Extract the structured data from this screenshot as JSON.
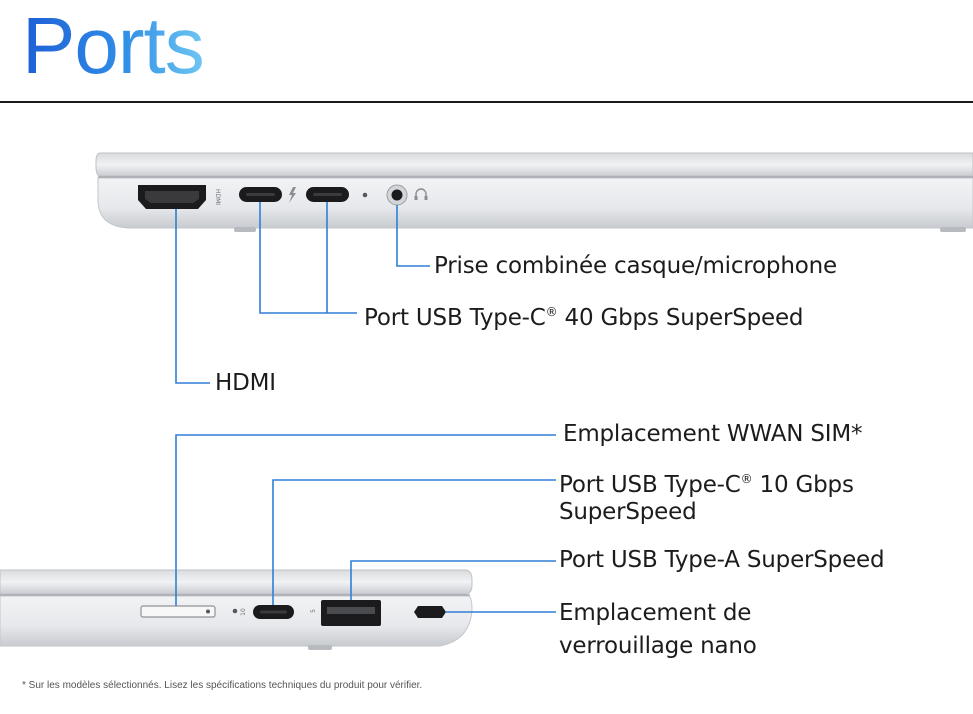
{
  "title": "Ports",
  "labels": {
    "audio_jack": "Prise combinée casque/microphone",
    "usb_c_40_prefix": "Port USB Type-C",
    "usb_c_40_suffix": " 40 Gbps SuperSpeed",
    "hdmi": "HDMI",
    "wwan_sim": "Emplacement WWAN SIM*",
    "usb_c_10_prefix": "Port USB Type-C",
    "usb_c_10_suffix": " 10 Gbps",
    "usb_c_10_line2": "SuperSpeed",
    "usb_a": "Port USB Type-A SuperSpeed",
    "lock_line1": "Emplacement de",
    "lock_line2": "verrouillage nano",
    "registered_mark": "®"
  },
  "port_markings": {
    "hdmi_marking": "HDMI",
    "usb_c_10_marking": "10",
    "usb_a_marking": "5"
  },
  "footnote": "* Sur les modèles sélectionnés. Lisez les spécifications techniques du produit pour vérifier.",
  "colors": {
    "leader_line": "#2f7fd6",
    "laptop_body": "#e4e6e9",
    "port_dark": "#1b1b1d"
  },
  "icons": [
    "thunderbolt-icon",
    "headset-icon"
  ]
}
